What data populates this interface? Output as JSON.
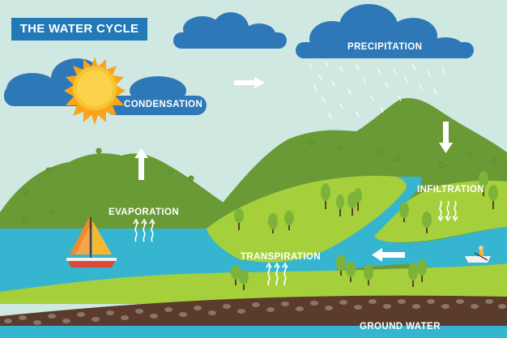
{
  "title": "THE WATER CYCLE",
  "labels": {
    "condensation": "CONDENSATION",
    "precipitation": "PRECIPITATION",
    "evaporation": "EVAPORATION",
    "infiltration": "INFILTRATION",
    "transpiration": "TRANSPIRATION",
    "ground_water": "GROUND WATER"
  },
  "colors": {
    "sky": "#cfe8e2",
    "cloud": "#2f78b8",
    "title_bg": "#2179b8",
    "sun": "#f7b731",
    "water": "#35b5cf",
    "dark_hills": "#6a9a35",
    "light_grass": "#a5d03c",
    "soil": "#5a3b2c"
  },
  "icons": [
    "sun-icon",
    "sailboat-icon",
    "rowboat-icon",
    "arrow-up-icon",
    "arrow-right-icon",
    "arrow-down-icon",
    "arrow-left-icon",
    "steam-icon",
    "rain-icon"
  ]
}
